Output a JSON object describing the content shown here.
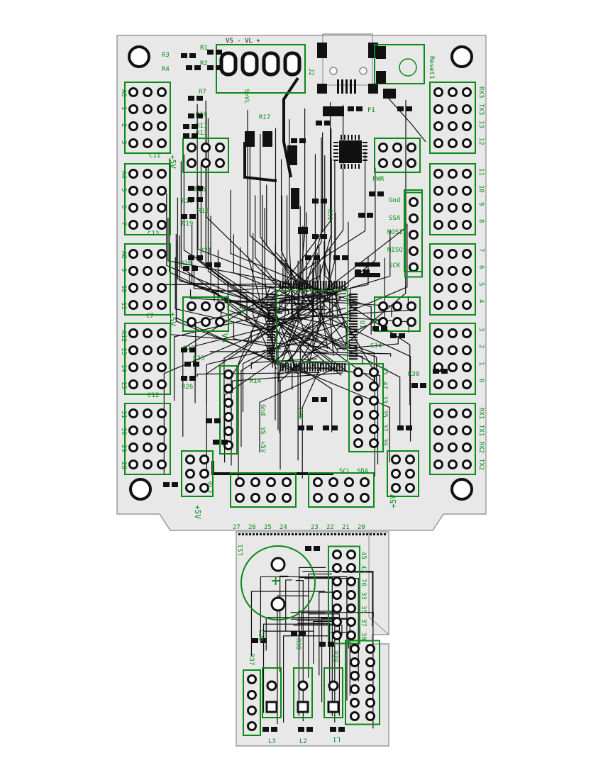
{
  "colors": {
    "board": "#e8e8e8",
    "silkscreen": "#0a8a16",
    "copper": "#111111",
    "edge": "#888888"
  },
  "top_labels": {
    "power_connector": "VS   -   VL   +",
    "j2": "J2",
    "reset": "Reset1",
    "f1": "F1",
    "pwr": "PWR",
    "s_vl": "S=VL",
    "r17": "R17"
  },
  "left_header_labels": [
    "A0",
    "1",
    "2",
    "3",
    "A4",
    "5",
    "6",
    "7",
    "A8",
    "9",
    "10",
    "11",
    "A12",
    "13",
    "14",
    "15",
    "31",
    "30",
    "29",
    "28"
  ],
  "right_header_labels": [
    "RX3",
    "TX3",
    "13",
    "12",
    "11",
    "10",
    "9",
    "8",
    "7",
    "6",
    "5",
    "4",
    "3",
    "2",
    "1",
    "0",
    "RX1",
    "TX1",
    "RX2",
    "TX2"
  ],
  "bottom_header_labels": [
    "27",
    "26",
    "25",
    "24",
    "23",
    "22",
    "21",
    "20"
  ],
  "right_block_labels": [
    "45",
    "47",
    "33",
    "35",
    "37",
    "39"
  ],
  "bus_labels": [
    "Gnd",
    "SSA",
    "MOSI",
    "MISO",
    "SCK"
  ],
  "mid_labels": {
    "vs": "VS",
    "plus5v": "+5V",
    "gnd": "Gnd",
    "scl": "SCL",
    "sda": "SDA",
    "c10": "C10",
    "c14": "C14",
    "c24": "C24",
    "c26": "C26",
    "r14": "R14",
    "r30": "R30",
    "r32": "R32",
    "u1": "U1"
  },
  "left_components": [
    "R3",
    "R4",
    "R1",
    "R2",
    "R7",
    "R10",
    "R11",
    "R13",
    "C11",
    "R16",
    "R15",
    "R19",
    "R18",
    "R20",
    "R21",
    "C13",
    "C7",
    "R23",
    "R25",
    "R26",
    "C12"
  ],
  "sub_board": {
    "ls1": "LS1",
    "l1": "L1",
    "l2": "L2",
    "l3": "L3",
    "plus": "+",
    "r37": "R37",
    "r38": "R38",
    "r39": "R39",
    "c29": "C29",
    "right_labels": [
      "45",
      "47",
      "76",
      "33",
      "35",
      "37",
      "39"
    ]
  }
}
